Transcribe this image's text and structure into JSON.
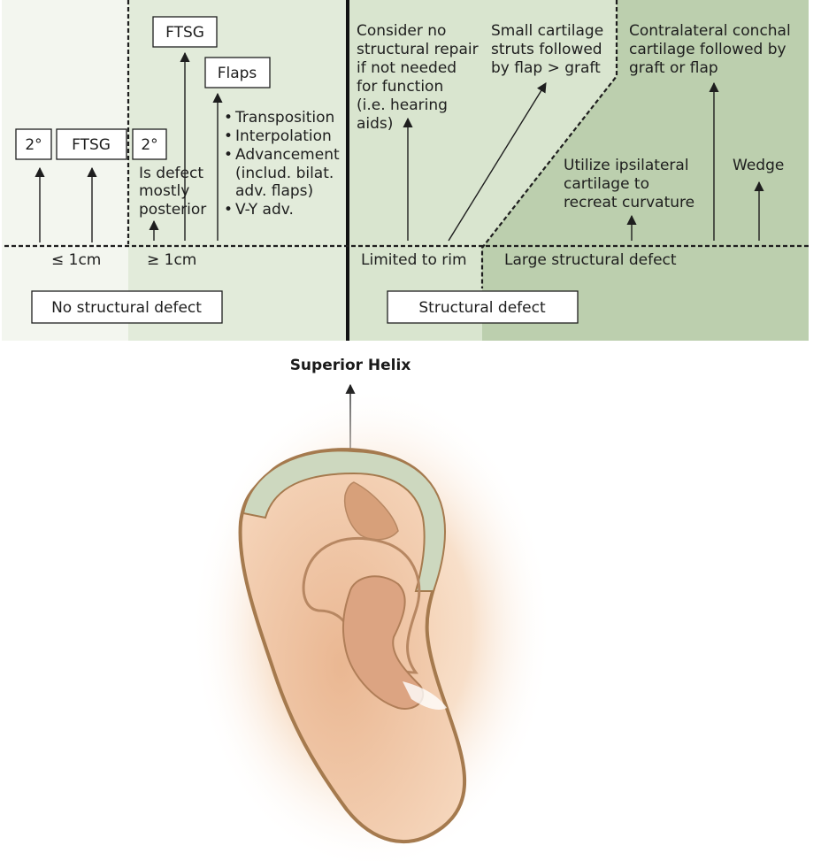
{
  "boxes": {
    "second_intent_small": "2°",
    "ftsg_small": "FTSG",
    "ftsg_large": "FTSG",
    "flaps": "Flaps",
    "second_intent_large": "2°",
    "no_structural_defect": "No structural defect",
    "structural_defect": "Structural defect"
  },
  "labels": {
    "size_small": "≤ 1cm",
    "size_large": "≥ 1cm",
    "posterior": [
      "Is defect",
      "mostly",
      "posterior"
    ],
    "flap_types": [
      "Transposition",
      "Interpolation",
      "Advancement"
    ],
    "flap_types_detail": [
      "(includ. bilat.",
      "adv. flaps)"
    ],
    "flap_vy": "V-Y adv.",
    "bullet": "•",
    "consider_no_repair": [
      "Consider no",
      "structural repair",
      "if not needed",
      "for function",
      "(i.e. hearing",
      "aids)"
    ],
    "small_cartilage": [
      "Small cartilage",
      "struts followed",
      "by flap > graft"
    ],
    "contralateral": [
      "Contralateral conchal",
      "cartilage followed by",
      "graft or flap"
    ],
    "ipsilateral": [
      "Utilize ipsilateral",
      "cartilage to",
      "recreat curvature"
    ],
    "wedge": "Wedge",
    "limited_to_rim": "Limited to rim",
    "large_structural": "Large structural defect",
    "superior_helix": "Superior Helix"
  },
  "colors": {
    "panel_lightest": "#f3f6ef",
    "panel_light": "#e2ebda",
    "panel_mid": "#d9e5cf",
    "panel_dark": "#bccfae",
    "helix_highlight": "#cdd8bf",
    "skin": "#f0cba8",
    "ear_outline": "#a57a4e"
  }
}
